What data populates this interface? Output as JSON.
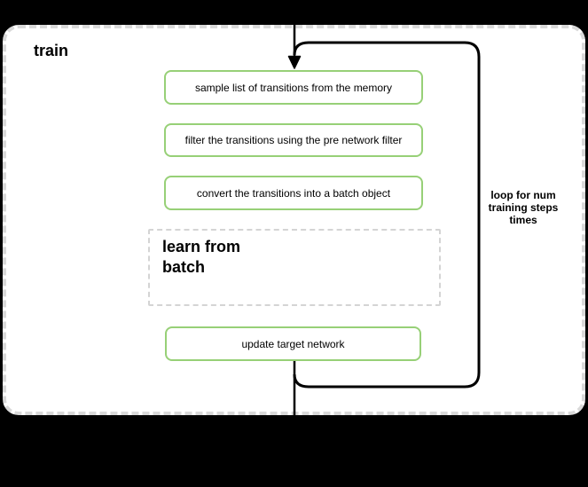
{
  "diagram": {
    "title": "train",
    "steps": [
      {
        "label": "sample list of transitions from the memory"
      },
      {
        "label": "filter the transitions using the pre network filter"
      },
      {
        "label": "convert the transitions into a batch object"
      }
    ],
    "learn_group": {
      "label": "learn from batch"
    },
    "update_step": {
      "label": "update target network"
    },
    "loop_annotation": {
      "label": "loop for num training steps times"
    },
    "colors": {
      "background": "#000000",
      "container_fill": "#ffffff",
      "container_border": "#d9d9d9",
      "step_border": "#97d077",
      "group_border": "#d4d4d4",
      "connector": "#000000",
      "text": "#000000"
    }
  }
}
